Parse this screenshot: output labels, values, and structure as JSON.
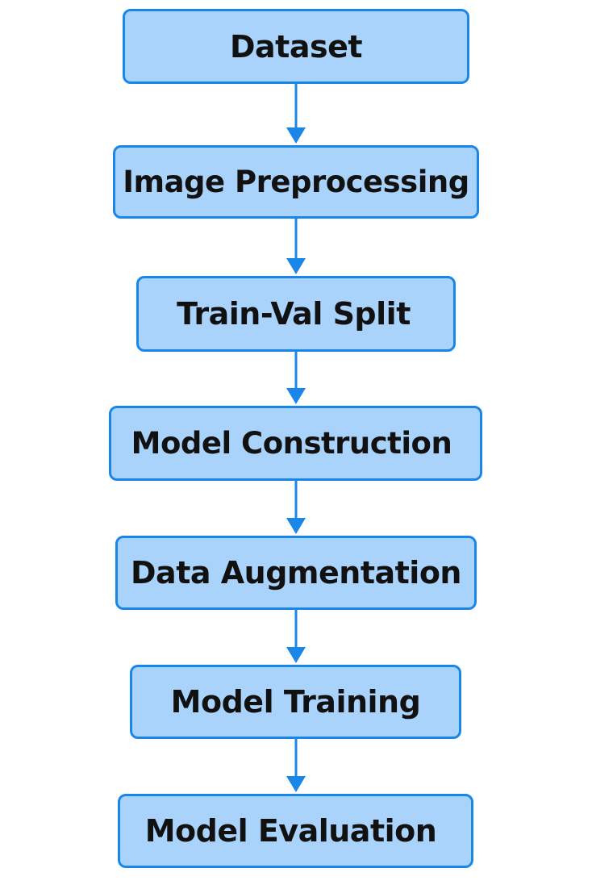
{
  "colors": {
    "box_fill": "#a9d3fb",
    "box_border": "#1a86e8",
    "arrow": "#1a86e8",
    "text": "#111111"
  },
  "steps": [
    {
      "label": "Dataset"
    },
    {
      "label": "Image Preprocessing"
    },
    {
      "label": "Train-Val Split"
    },
    {
      "label": "Model Construction"
    },
    {
      "label": "Data Augmentation"
    },
    {
      "label": "Model Training"
    },
    {
      "label": "Model Evaluation"
    }
  ]
}
